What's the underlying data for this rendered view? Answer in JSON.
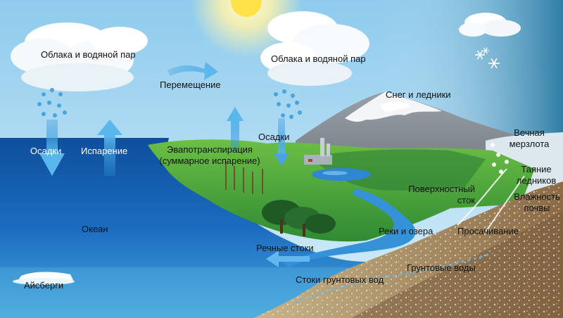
{
  "labels": {
    "clouds_left": "Облака и водяной пар",
    "clouds_center": "Облака и водяной пар",
    "movement": "Перемещение",
    "precip_left": "Осадки",
    "evaporation": "Испарение",
    "precip_center": "Осадки",
    "evapotranspiration": "Эвапотранспирация",
    "evapotranspiration_sub": "(суммарное испарение)",
    "snow_glaciers": "Снег и ледники",
    "permafrost_1": "Вечная",
    "permafrost_2": "мерзлота",
    "glacier_melt_1": "Таяние",
    "glacier_melt_2": "ледников",
    "soil_moisture_1": "Влажность",
    "soil_moisture_2": "почвы",
    "surface_runoff_1": "Поверхностный",
    "surface_runoff_2": "сток",
    "rivers_lakes": "Реки и озера",
    "infiltration": "Просачивание",
    "ocean": "Океан",
    "river_discharge": "Речные стоки",
    "groundwater": "Грунтовые воды",
    "groundwater_discharge": "Стоки грунтовых вод",
    "icebergs": "Айсберги"
  },
  "colors": {
    "sky_top": "#9fd3ee",
    "sky_bottom": "#d8eef8",
    "ocean_top": "#1b66b8",
    "ocean_deep": "#0c3f8c",
    "land_green": "#4fa33a",
    "land_dark": "#2e7d32",
    "mountain": "#8f959c",
    "snow": "#f4f6f8",
    "arrow_blue": "#4aa7e0",
    "soil": "#a88a62",
    "sun": "#ffe34d"
  },
  "icons": [
    "sun-icon",
    "cloud-icon",
    "snowflake-icon",
    "arrow-up-icon",
    "arrow-down-icon",
    "movement-arrow-icon",
    "tree-icon",
    "factory-icon"
  ]
}
